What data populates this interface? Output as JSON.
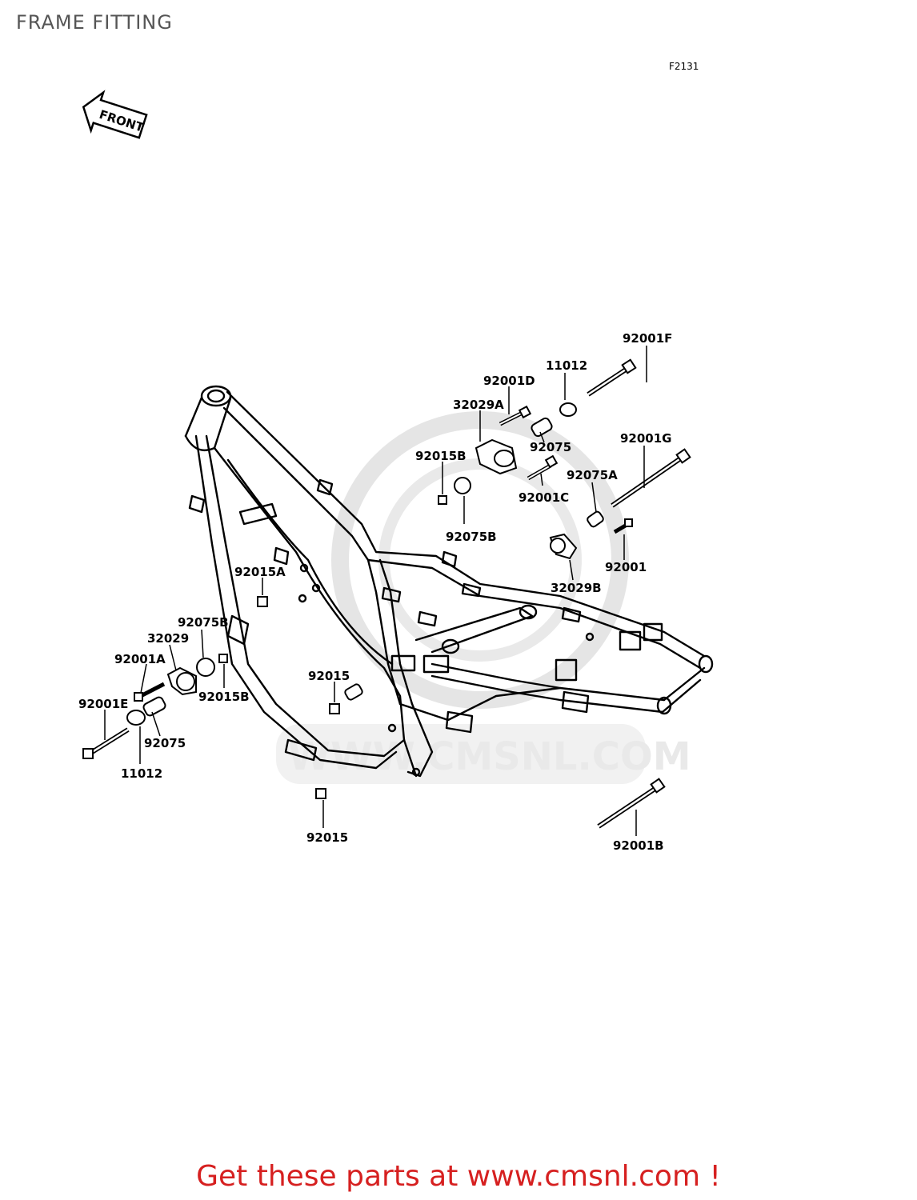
{
  "header": {
    "title": "FRAME FITTING",
    "figure_code": "F2131"
  },
  "front_arrow": {
    "label": "FRONT"
  },
  "watermark": {
    "text": "WWW.CMSNL.COM"
  },
  "parts": [
    "92001F",
    "11012",
    "92001D",
    "32029A",
    "92075",
    "92001G",
    "92015B",
    "92075A",
    "92001C",
    "92075B",
    "92001",
    "32029B",
    "92015A",
    "92075B",
    "32029",
    "92001A",
    "92015",
    "92001E",
    "92015B",
    "92075",
    "11012",
    "92015",
    "92001B"
  ],
  "footer": {
    "banner_text": "Get these parts at www.cmsnl.com !",
    "banner_color": "#d62020"
  }
}
